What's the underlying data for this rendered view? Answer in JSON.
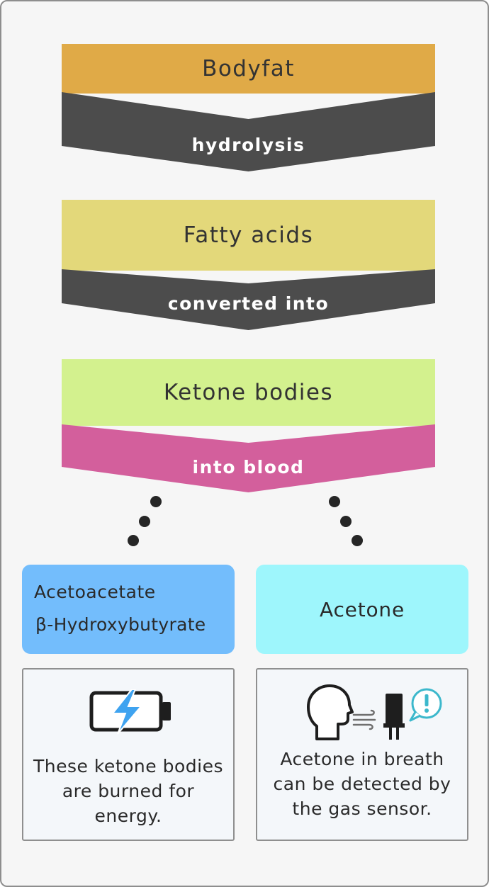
{
  "stages": [
    {
      "label": "Bodyfat",
      "arrow_label": "hydrolysis",
      "fill": "#e0aa47",
      "arrow_fill": "#4c4c4c"
    },
    {
      "label": "Fatty acids",
      "arrow_label": "converted into",
      "fill": "#e3d87a",
      "arrow_fill": "#4c4c4c"
    },
    {
      "label": "Ketone bodies",
      "arrow_label": "into blood",
      "fill": "#d3f18e",
      "arrow_fill": "#d35f9c"
    }
  ],
  "left_box": {
    "lines": [
      "Acetoacetate",
      "β-Hydroxybutyrate"
    ],
    "fill": "#73bdfc",
    "caption": [
      "These ketone bodies",
      "are burned for",
      "energy."
    ]
  },
  "right_box": {
    "label": "Acetone",
    "fill": "#9ef6fc",
    "caption": [
      "Acetone in breath",
      "can be detected by",
      "the gas sensor."
    ]
  },
  "icons": {
    "left": "battery-charging-icon",
    "right": [
      "head-profile-icon",
      "breath-air-icon",
      "gas-sensor-icon",
      "alert-bubble-icon"
    ]
  },
  "colors": {
    "frame_border": "#8e8e8e",
    "background": "#f6f6f6",
    "lightning": "#3fa3f0"
  }
}
